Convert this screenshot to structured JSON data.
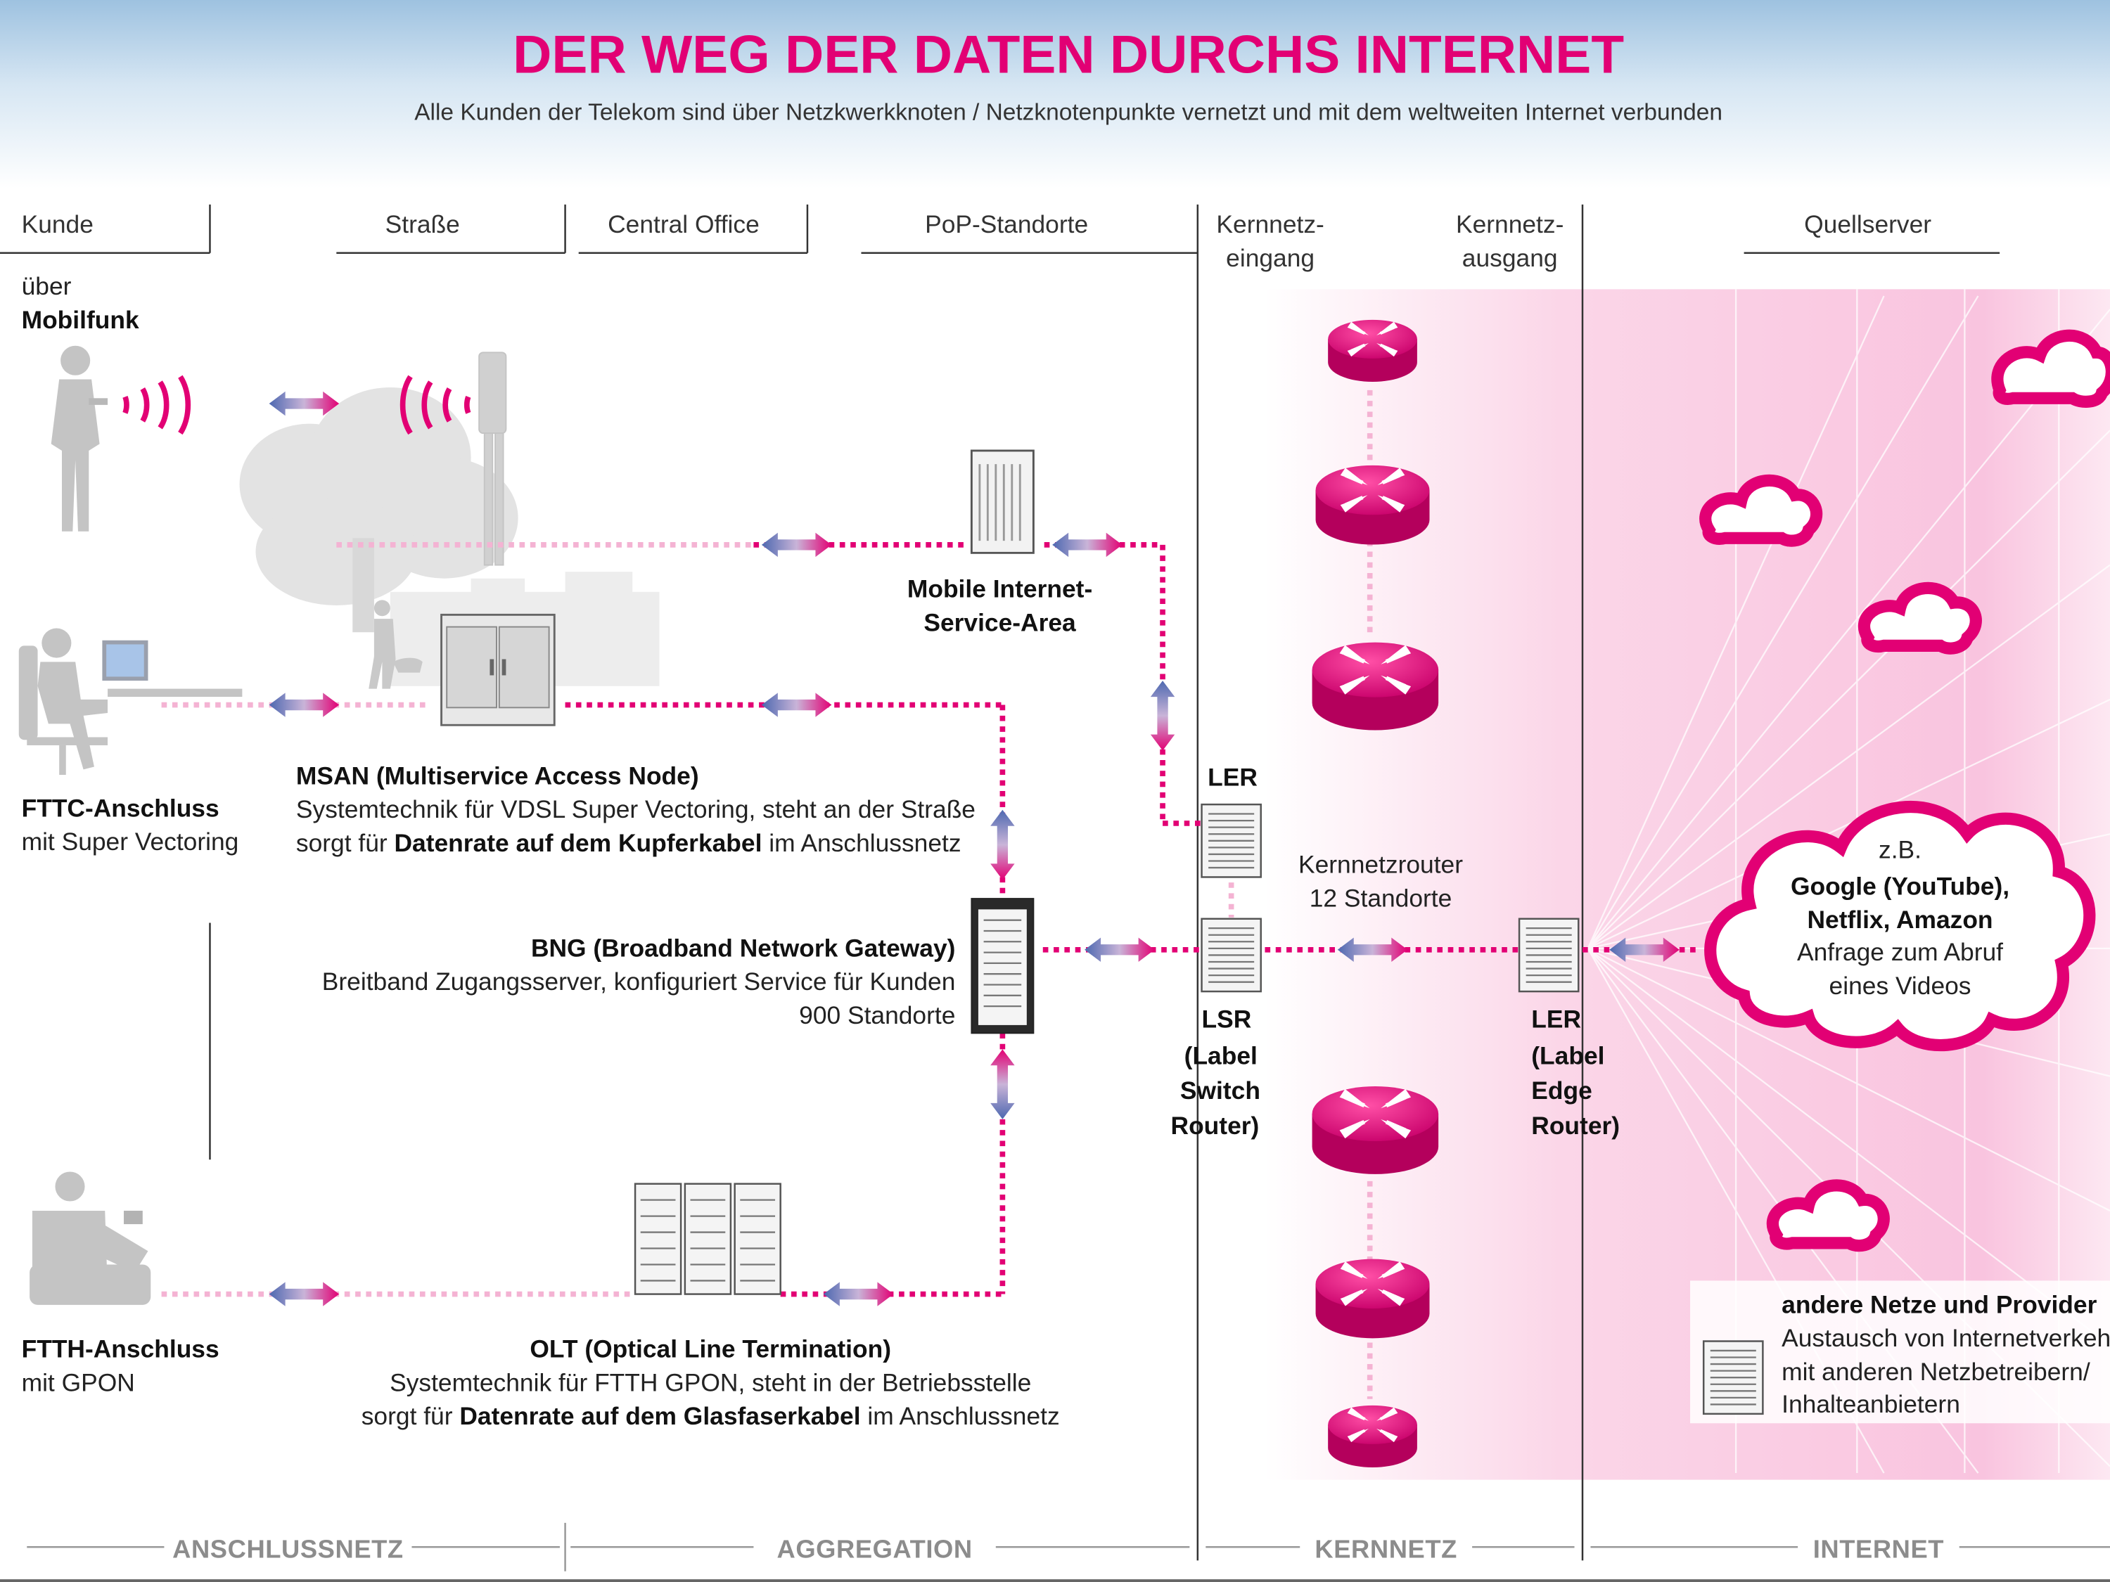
{
  "header": {
    "title": "DER WEG DER DATEN DURCHS INTERNET",
    "subtitle": "Alle Kunden der Telekom sind über Netzkwerkknoten / Netzknotenpunkte vernetzt und mit dem weltweiten Internet verbunden"
  },
  "columns": {
    "kunde": "Kunde",
    "strasse": "Straße",
    "central_office": "Central Office",
    "pop": "PoP-Standorte",
    "kern_ein_1": "Kernnetz-",
    "kern_ein_2": "eingang",
    "kern_aus_1": "Kernnetz-",
    "kern_aus_2": "ausgang",
    "quellserver": "Quellserver"
  },
  "customers": {
    "mobil_1": "über",
    "mobil_2": "Mobilfunk",
    "fttc_1": "FTTC-Anschluss",
    "fttc_2": "mit Super Vectoring",
    "ftth_1": "FTTH-Anschluss",
    "ftth_2": "mit GPON"
  },
  "nodes": {
    "mobile_area_1": "Mobile Internet-",
    "mobile_area_2": "Service-Area",
    "msan_title": "MSAN (Multiservice Access Node)",
    "msan_line1": "Systemtechnik für VDSL Super Vectoring, steht an der Straße",
    "msan_line2_pre": "sorgt für ",
    "msan_line2_bold": "Datenrate auf dem Kupferkabel",
    "msan_line2_post": " im Anschlussnetz",
    "bng_title": "BNG (Broadband Network Gateway)",
    "bng_line1": "Breitband Zugangsserver, konfiguriert Service für Kunden",
    "bng_line2": "900 Standorte",
    "olt_title": "OLT (Optical Line Termination)",
    "olt_line1": "Systemtechnik für FTTH GPON, steht in der Betriebsstelle",
    "olt_line2_pre": "sorgt für ",
    "olt_line2_bold": "Datenrate auf dem Glasfaserkabel",
    "olt_line2_post": " im Anschlussnetz",
    "ler_top": "LER",
    "lsr_1": "LSR",
    "lsr_2": "(Label",
    "lsr_3": "Switch",
    "lsr_4": "Router)",
    "kern_router_1": "Kernnetzrouter",
    "kern_router_2": "12 Standorte",
    "ler2_1": "LER",
    "ler2_2": "(Label",
    "ler2_3": "Edge",
    "ler2_4": "Router)"
  },
  "internet": {
    "cloud_1": "z.B.",
    "cloud_2": "Google (YouTube),",
    "cloud_3": "Netflix, Amazon",
    "cloud_4": "Anfrage zum Abruf",
    "cloud_5": "eines Videos",
    "other_title": "andere Netze und Provider",
    "other_1": "Austausch von Internetverkehr",
    "other_2": "mit anderen Netzbetreibern/",
    "other_3": "Inhalteanbietern"
  },
  "footer": {
    "anschlussnetz": "ANSCHLUSSNETZ",
    "aggregation": "AGGREGATION",
    "kernnetz": "KERNNETZ",
    "internet": "INTERNET"
  },
  "colors": {
    "magenta": "#e20074",
    "blue": "#4d68b0",
    "grey": "#8c8c8c"
  }
}
